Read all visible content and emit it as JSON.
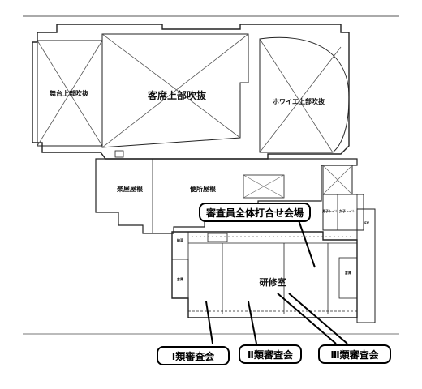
{
  "labels": {
    "stage_void": "舞台上部吹抜",
    "seating_void": "客席上部吹抜",
    "foyer_void": "ホワイエ上部吹抜",
    "green_room_roof": "楽屋屋根",
    "restroom_roof": "便所屋根",
    "training_room": "研修室",
    "mens_restroom": "男子トイレ",
    "womens_restroom": "女子トイレ",
    "lounge": "給湯",
    "storage_left": "倉庫",
    "storage_right": "倉庫",
    "ev": "EV"
  },
  "callouts": {
    "all_judges_meeting": "審査員全体打合せ会場",
    "category_1": "Ⅰ類審査会",
    "category_2": "Ⅱ類審査会",
    "category_3": "Ⅲ類審査会"
  }
}
